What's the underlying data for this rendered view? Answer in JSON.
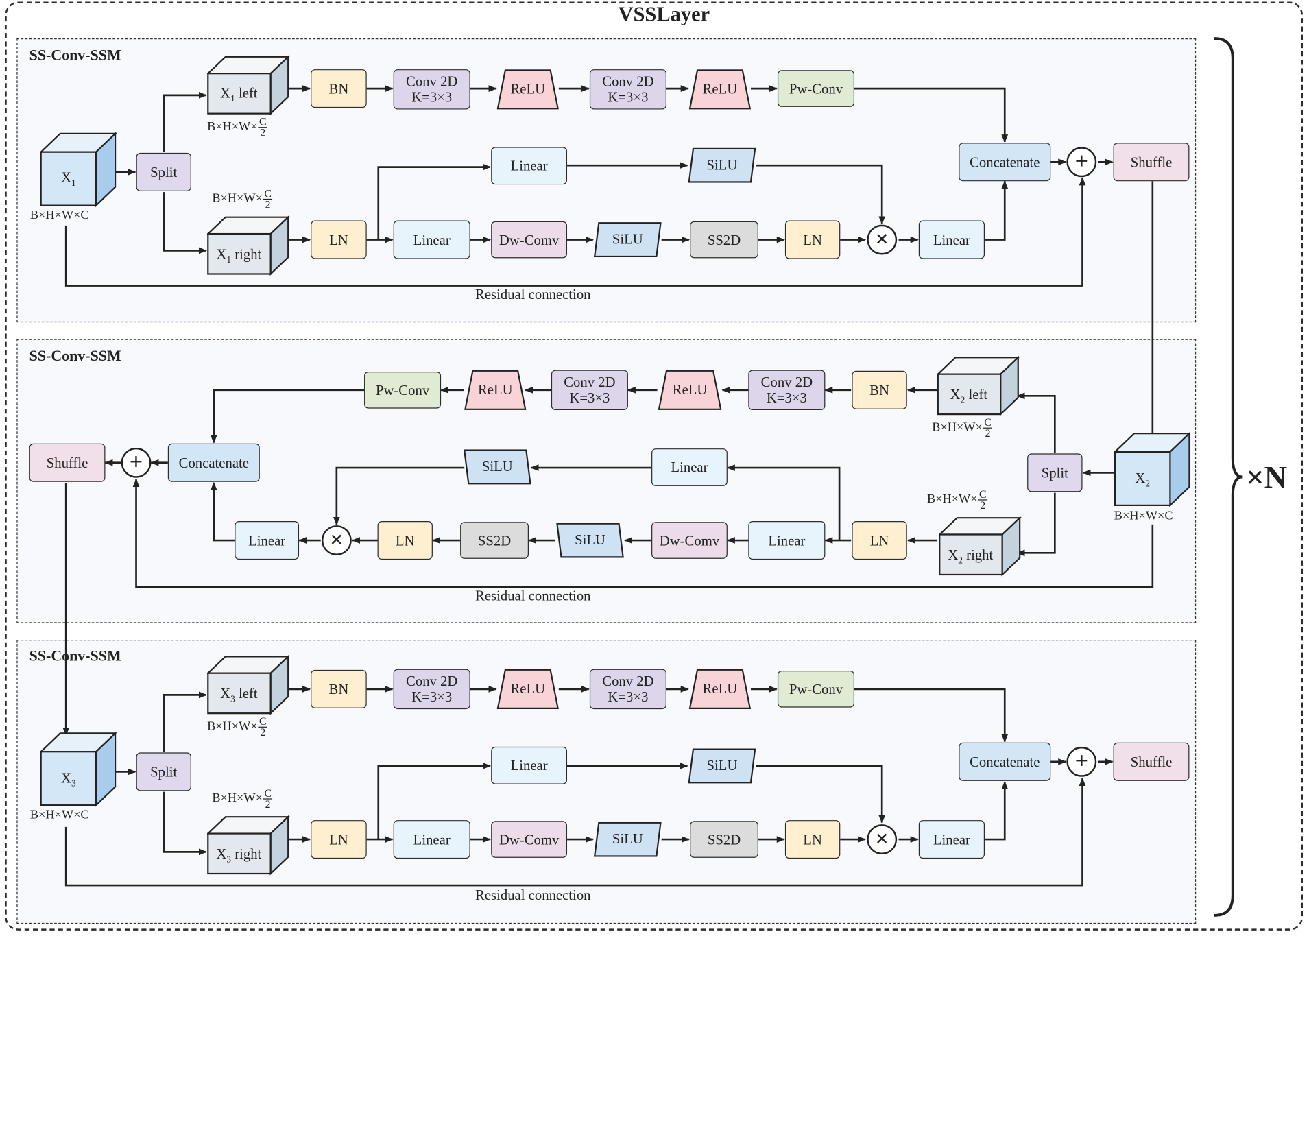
{
  "title": "VSSLayer",
  "repeat_label": "×N",
  "panel_label": "SS-Conv-SSM",
  "labels": {
    "bn": "BN",
    "conv2d_line1": "Conv 2D",
    "conv2d_line2": "K=3×3",
    "relu": "ReLU",
    "pwconv": "Pw-Conv",
    "concatenate": "Concatenate",
    "shuffle": "Shuffle",
    "split": "Split",
    "linear": "Linear",
    "silu": "SiLU",
    "ln": "LN",
    "dwconv": "Dw-Comv",
    "ss2d": "SS2D",
    "residual": "Residual connection",
    "plus": "+",
    "times": "×"
  },
  "dims": {
    "full": "B×H×W×C",
    "half_prefix": "B×H×W×",
    "half_num": "C",
    "half_den": "2"
  },
  "blocks": [
    {
      "x_main": "X",
      "sub": "1",
      "left": "left",
      "right": "right"
    },
    {
      "x_main": "X",
      "sub": "2",
      "left": "left",
      "right": "right"
    },
    {
      "x_main": "X",
      "sub": "3",
      "left": "left",
      "right": "right"
    }
  ],
  "colors": {
    "bn": "#fdefcf",
    "conv": "#ddd6ea",
    "relu": "#f8d3d8",
    "pwconv": "#e1ebd3",
    "linear": "#e8f4fc",
    "silu": "#cfe2f3",
    "dwconv": "#ecdbe8",
    "ss2d": "#dcdcdc",
    "concatenate": "#d2e6f6",
    "shuffle": "#f1dfe9",
    "split": "#e0d8ec",
    "cube_main": "#d4e7f7",
    "cube_half": "#e2e8ee"
  }
}
